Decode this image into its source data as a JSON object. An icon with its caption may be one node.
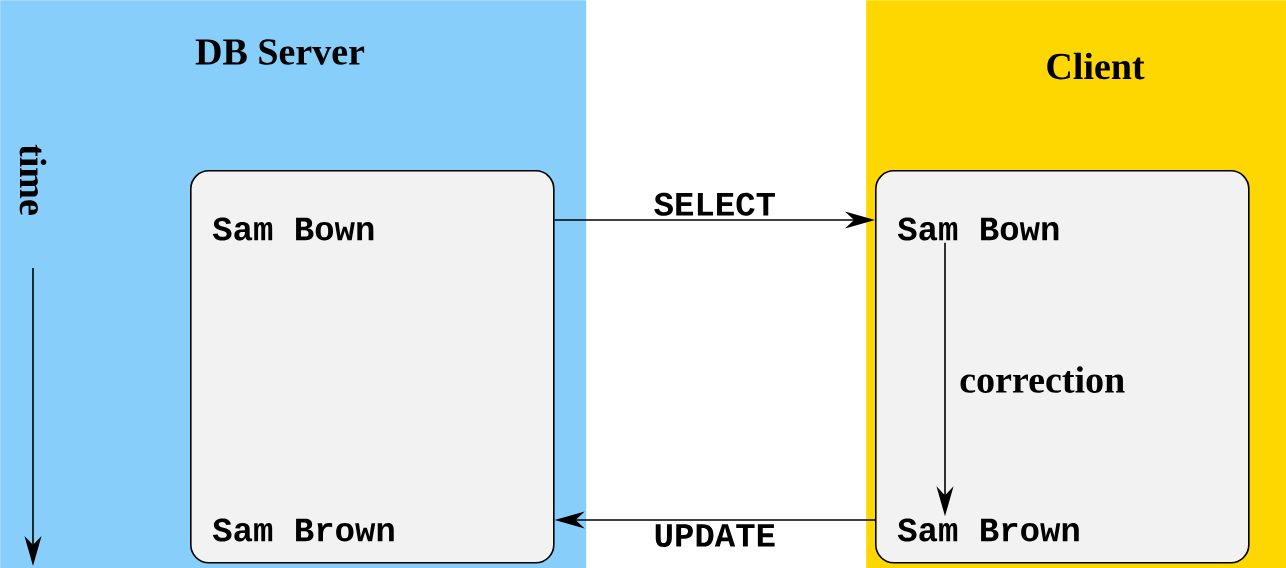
{
  "diagram": {
    "nodes": [
      {
        "text": [
          "DB Server"
        ]
      },
      {
        "text": [
          "Client"
        ]
      },
      {
        "text": [],
        "shape": "box",
        "in": 0
      },
      {
        "text": [
          "Sam Bown"
        ],
        "in": 2
      },
      {
        "text": [
          "Sam Brown"
        ],
        "in": 2
      },
      {
        "text": [],
        "shape": "box",
        "in": 1
      },
      {
        "text": [
          "Sam Bown"
        ],
        "in": 5
      },
      {
        "text": [
          "Sam Brown"
        ],
        "in": 5
      }
    ],
    "edges": [
      {
        "from": 2,
        "to": 5,
        "arrow": "to",
        "label": "SELECT"
      },
      {
        "from": 6,
        "to": 7,
        "arrow": "to",
        "label": "correction"
      },
      {
        "from": 5,
        "to": 2,
        "arrow": "to",
        "label": "UPDATE"
      }
    ],
    "labels": [
      "time"
    ]
  }
}
